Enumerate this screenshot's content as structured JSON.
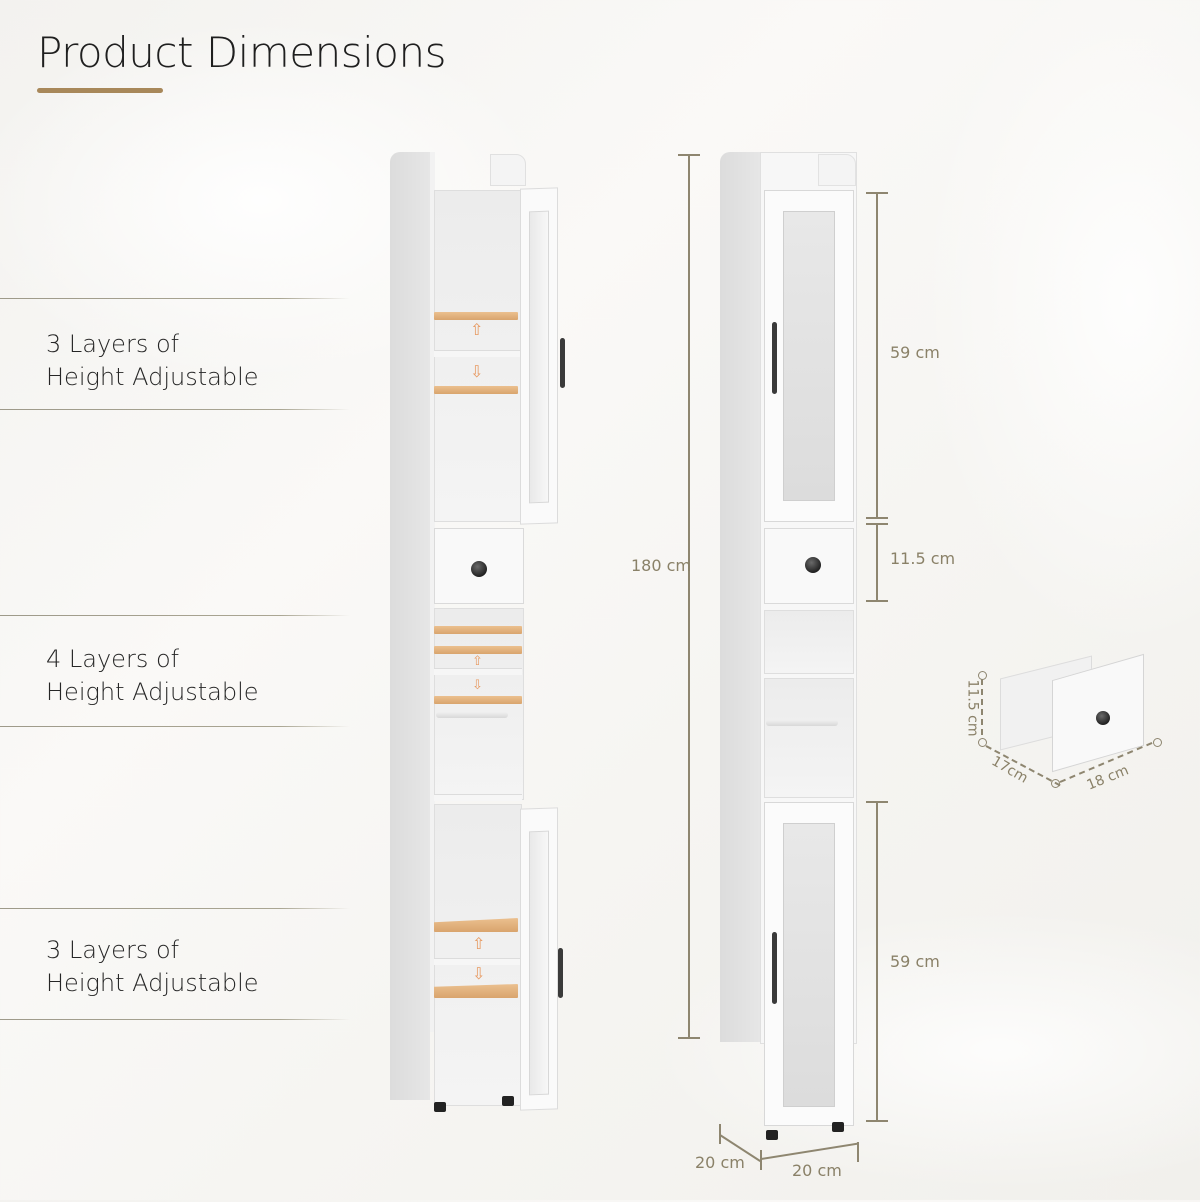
{
  "header": {
    "title": "Product Dimensions",
    "accent_color": "#a8885a"
  },
  "features": [
    {
      "line1": "3 Layers of",
      "line2": "Height Adjustable"
    },
    {
      "line1": "4 Layers of",
      "line2": "Height Adjustable"
    },
    {
      "line1": "3 Layers of",
      "line2": "Height Adjustable"
    }
  ],
  "dimensions": {
    "total_height": "180 cm",
    "upper_door_height": "59 cm",
    "drawer_height": "11.5 cm",
    "lower_door_height": "59 cm",
    "depth": "20 cm",
    "width": "20 cm"
  },
  "drawer_detail": {
    "height": "11.5 cm",
    "depth": "17cm",
    "width": "18 cm"
  },
  "colors": {
    "dimension_line": "#8e8670",
    "shelf_wood": "#e0b07a",
    "arrow": "#e79a62",
    "handle": "#3a3a3a"
  }
}
